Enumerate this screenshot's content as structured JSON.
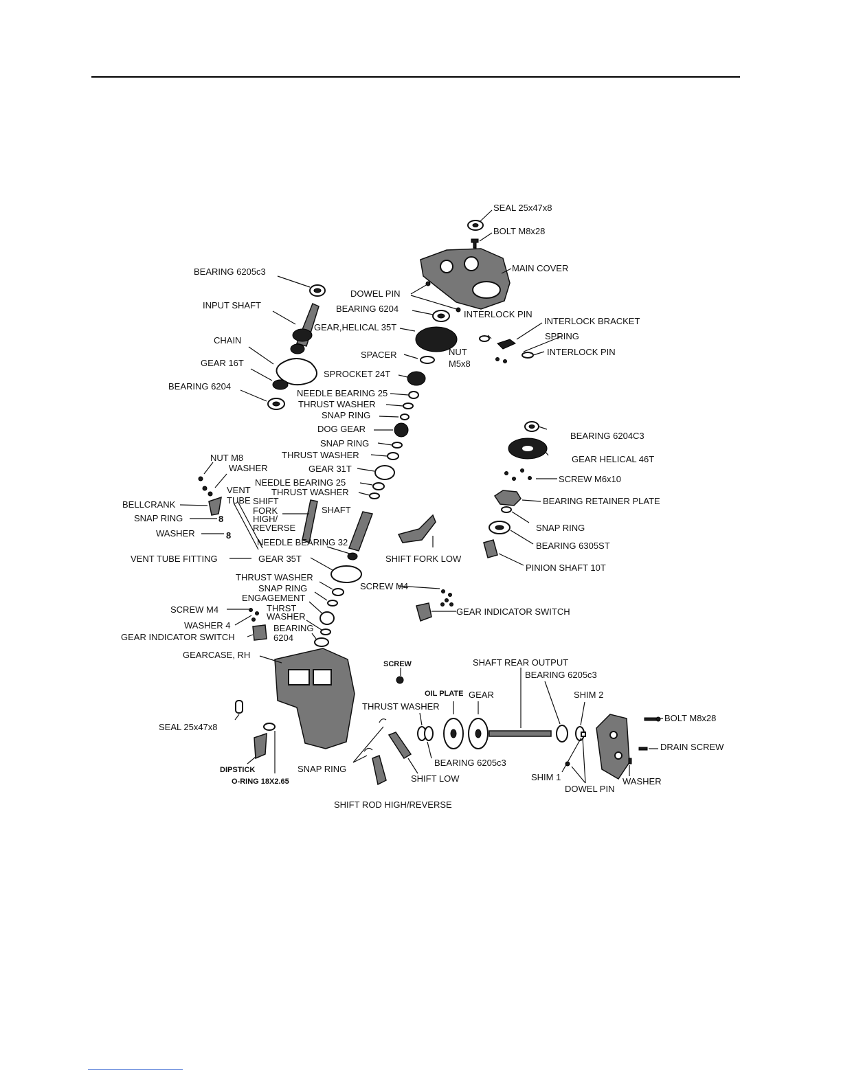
{
  "labels": {
    "seal_top": "SEAL 25x47x8",
    "bolt_top": "BOLT M8x28",
    "main_cover": "MAIN COVER",
    "bearing_6205c3_top": "BEARING 6205c3",
    "dowel_pin_top": "DOWEL PIN",
    "input_shaft": "INPUT SHAFT",
    "bearing_6204_a": "BEARING 6204",
    "interlock_pin_a": "INTERLOCK PIN",
    "interlock_bracket": "INTERLOCK BRACKET",
    "gear_helical_35t": "GEAR,HELICAL 35T",
    "spring": "SPRING",
    "chain": "CHAIN",
    "interlock_pin_b": "INTERLOCK PIN",
    "nut": "NUT",
    "nut_size": "M5x8",
    "spacer": "SPACER",
    "gear_16t": "GEAR 16T",
    "sprocket_24t": "SPROCKET 24T",
    "bearing_6204_b": "BEARING 6204",
    "needle_bearing_25_a": "NEEDLE BEARING 25",
    "thrust_washer_a": "THRUST WASHER",
    "snap_ring_a": "SNAP RING",
    "dog_gear": "DOG GEAR",
    "bearing_6204c3": "BEARING 6204C3",
    "snap_ring_b": "SNAP RING",
    "nut_m8": "NUT M8",
    "thrust_washer_b": "THRUST WASHER",
    "gear_helical_46t": "GEAR HELICAL 46T",
    "washer_a": "WASHER",
    "gear_31t": "GEAR 31T",
    "screw_m6x10": "SCREW M6x10",
    "needle_bearing_25_b": "NEEDLE BEARING 25",
    "vent": "VENT",
    "tube": "TUBE",
    "thrust_washer_c": "THRUST WASHER",
    "bearing_retainer_plate": "BEARING RETAINER PLATE",
    "bellcrank": "BELLCRANK",
    "shift": "SHIFT",
    "fork": "FORK",
    "high": "HIGH/",
    "reverse": "REVERSE",
    "shaft": "SHAFT",
    "snap_ring_c": "SNAP RING",
    "washer_b": "WASHER",
    "snap_ring_d": "SNAP RING",
    "needle_bearing_32": "NEEDLE BEARING 32",
    "bearing_6305st": "BEARING 6305ST",
    "vent_tube_fitting": "VENT TUBE FITTING",
    "gear_35t": "GEAR 35T",
    "shift_fork_low": "SHIFT FORK LOW",
    "pinion_shaft_10t": "PINION SHAFT 10T",
    "thrust_washer_d": "THRUST WASHER",
    "screw_m4_a": "SCREW M4",
    "snap_ring_e": "SNAP RING",
    "engagement": "ENGAGEMENT",
    "gear_indicator_switch_a": "GEAR INDICATOR SWITCH",
    "screw_m4_b": "SCREW M4",
    "thrst": "THRST",
    "washer_c": "WASHER",
    "washer_4": "WASHER 4",
    "bearing_word": "BEARING",
    "bearing_num": "6204",
    "gear_indicator_switch_b": "GEAR INDICATOR SWITCH",
    "gearcase_rh": "GEARCASE, RH",
    "screw": "SCREW",
    "shaft_rear_output": "SHAFT REAR OUTPUT",
    "bearing_6205c3_b": "BEARING 6205c3",
    "oil_plate": "OIL PLATE",
    "gear": "GEAR",
    "shim_2": "SHIM 2",
    "thrust_washer_e": "THRUST WASHER",
    "bolt_m8x28_b": "BOLT M8x28",
    "seal_bottom": "SEAL 25x47x8",
    "drain_screw": "DRAIN SCREW",
    "bearing_6205c3_c": "BEARING 6205c3",
    "dipstick": "DIPSTICK",
    "snap_ring_f": "SNAP RING",
    "shift_low": "SHIFT LOW",
    "shim_1": "SHIM 1",
    "washer_d": "WASHER",
    "dowel_pin_b": "DOWEL PIN",
    "o_ring": "O-RING 18X2.65",
    "shift_rod": "SHIFT ROD HIGH/REVERSE"
  }
}
